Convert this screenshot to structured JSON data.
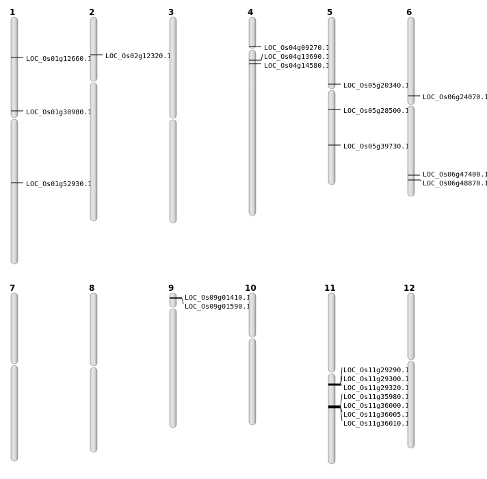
{
  "chromosomes": [
    {
      "label": "1",
      "genes": [
        {
          "id": "LOC_Os01g12660.1"
        },
        {
          "id": "LOC_Os01g30980.1"
        },
        {
          "id": "LOC_Os01g52930.1"
        }
      ]
    },
    {
      "label": "2",
      "genes": [
        {
          "id": "LOC_Os02g12320.1"
        }
      ]
    },
    {
      "label": "3",
      "genes": []
    },
    {
      "label": "4",
      "genes": [
        {
          "id": "LOC_Os04g09270.1"
        },
        {
          "id": "LOC_Os04g13690.1"
        },
        {
          "id": "LOC_Os04g14580.1"
        }
      ]
    },
    {
      "label": "5",
      "genes": [
        {
          "id": "LOC_Os05g20340.1"
        },
        {
          "id": "LOC_Os05g28500.1"
        },
        {
          "id": "LOC_Os05g39730.1"
        }
      ]
    },
    {
      "label": "6",
      "genes": [
        {
          "id": "LOC_Os06g24070.1"
        },
        {
          "id": "LOC_Os06g47400.1"
        },
        {
          "id": "LOC_Os06g48870.1"
        }
      ]
    },
    {
      "label": "7",
      "genes": []
    },
    {
      "label": "8",
      "genes": []
    },
    {
      "label": "9",
      "genes": [
        {
          "id": "LOC_Os09g01410.1"
        },
        {
          "id": "LOC_Os09g01590.1"
        }
      ]
    },
    {
      "label": "10",
      "genes": []
    },
    {
      "label": "11",
      "genes": [
        {
          "id": "LOC_Os11g29290.1"
        },
        {
          "id": "LOC_Os11g29300.1"
        },
        {
          "id": "LOC_Os11g29320.1"
        },
        {
          "id": "LOC_Os11g35980.1"
        },
        {
          "id": "LOC_Os11g36000.1"
        },
        {
          "id": "LOC_Os11g36005.1"
        },
        {
          "id": "LOC_Os11g36010.1"
        }
      ]
    },
    {
      "label": "12",
      "genes": []
    }
  ]
}
